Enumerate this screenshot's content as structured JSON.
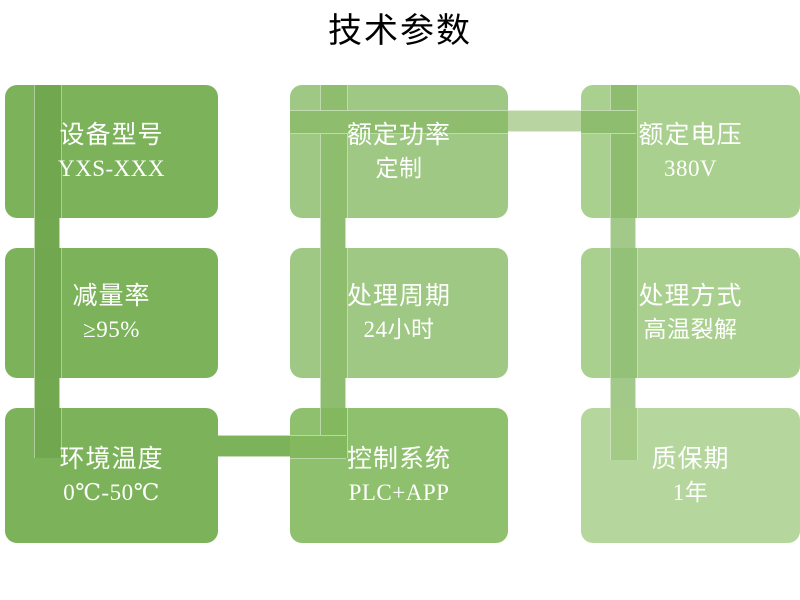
{
  "title": "技术参数",
  "theme": {
    "background": "#ffffff",
    "title_color": "#000000",
    "card_text_color": "#ffffff",
    "green_dark": "#7cb35a",
    "green_mid": "#9bc97f",
    "green_light": "#a9d08e",
    "green_pale": "#bcd9a4",
    "connector_dark": "#75ad4e",
    "connector_mid": "#8cbf69",
    "connector_light": "#b4d29a",
    "connector_pale": "#c3dcae"
  },
  "cards": [
    {
      "id": "device-model",
      "title": "设备型号",
      "value": "YXS-XXX",
      "fill": "#7cb35a",
      "stripe": "#72a84f",
      "row": 1,
      "col": 1
    },
    {
      "id": "rated-power",
      "title": "额定功率",
      "value": "定制",
      "fill": "#9ec883",
      "stripe": "#8fbd6f",
      "row": 1,
      "col": 2
    },
    {
      "id": "rated-voltage",
      "title": "额定电压",
      "value": "380V",
      "fill": "#a9d08e",
      "stripe": "#8fbd6f",
      "row": 1,
      "col": 3
    },
    {
      "id": "reduction-rate",
      "title": "减量率",
      "value": "≥95%",
      "fill": "#7cb35a",
      "stripe": "#72a84f",
      "row": 2,
      "col": 1
    },
    {
      "id": "treatment-cycle",
      "title": "处理周期",
      "value": "24小时",
      "fill": "#9ec883",
      "stripe": "#8fbd6f",
      "row": 2,
      "col": 2
    },
    {
      "id": "treatment-method",
      "title": "处理方式",
      "value": "高温裂解",
      "fill": "#a9d08e",
      "stripe": "#8fbd6f",
      "row": 2,
      "col": 3
    },
    {
      "id": "ambient-temp",
      "title": "环境温度",
      "value": "0℃-50℃",
      "fill": "#7cb35a",
      "stripe": "#72a84f",
      "row": 3,
      "col": 1
    },
    {
      "id": "control-system",
      "title": "控制系统",
      "value": "PLC+APP",
      "fill": "#8fc06e",
      "stripe": "#84b85f",
      "row": 3,
      "col": 2
    },
    {
      "id": "warranty-period",
      "title": "质保期",
      "value": "1年",
      "fill": "#b5d69c",
      "stripe": "#a3cb86",
      "row": 3,
      "col": 3
    }
  ],
  "connectors": [
    {
      "id": "col1-vertical",
      "orientation": "vertical",
      "color": "#72a84f"
    },
    {
      "id": "col2-vertical",
      "orientation": "vertical",
      "color": "#8fbd6f"
    },
    {
      "id": "col3-vertical",
      "orientation": "vertical",
      "color": "#9ec883"
    },
    {
      "id": "row1-right-segment",
      "orientation": "horizontal",
      "color": "#b4d29a"
    },
    {
      "id": "row3-left-segment",
      "orientation": "horizontal",
      "color": "#7cb35a"
    },
    {
      "id": "row3-mid-left-stub",
      "orientation": "horizontal",
      "color": "#7cb35a"
    }
  ]
}
